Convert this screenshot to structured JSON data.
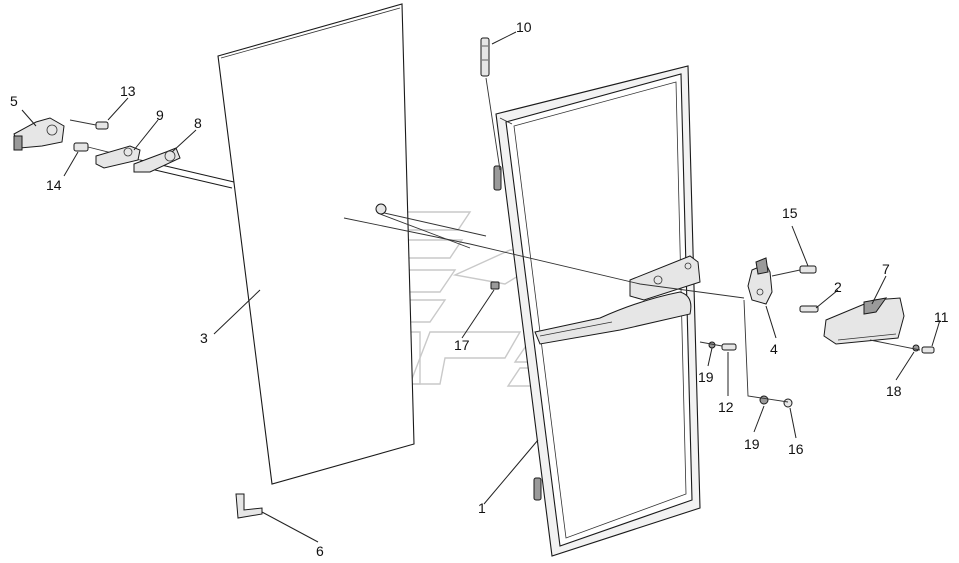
{
  "diagram": {
    "labels": {
      "p1": "1",
      "p2": "2",
      "p3": "3",
      "p4": "4",
      "p5": "5",
      "p6": "6",
      "p7": "7",
      "p8": "8",
      "p9": "9",
      "p10": "10",
      "p11": "11",
      "p12": "12",
      "p13": "13",
      "p14": "14",
      "p15": "15",
      "p16": "16",
      "p17": "17",
      "p18": "18",
      "p19a": "19",
      "p19b": "19"
    }
  }
}
